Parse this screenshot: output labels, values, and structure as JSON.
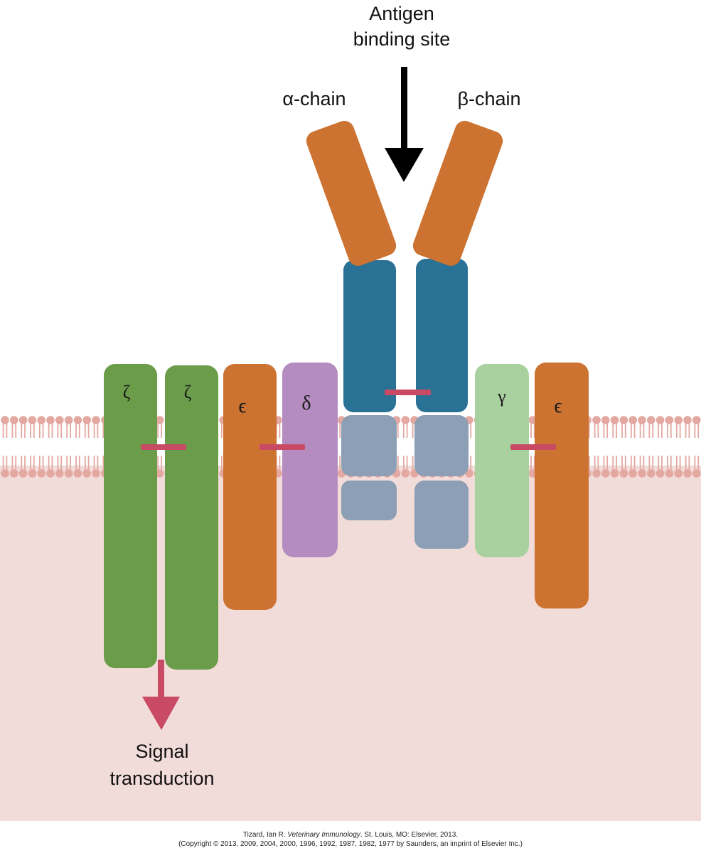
{
  "labels": {
    "antigen_line1": "Antigen",
    "antigen_line2": "binding site",
    "alpha_chain": "α-chain",
    "beta_chain": "β-chain",
    "signal_line1": "Signal",
    "signal_line2": "transduction"
  },
  "chain_symbols": {
    "zeta_left": "ζ",
    "zeta_right": "ζ",
    "epsilon_left": "ϵ",
    "delta": "δ",
    "gamma": "γ",
    "epsilon_right": "ϵ"
  },
  "credit": {
    "line1_pre": "Tizard, Ian R. ",
    "line1_italic": "Veterinary Immunology",
    "line1_post": ". St. Louis, MO: Elsevier, 2013.",
    "line2": "(Copyright © 2013, 2009, 2004, 2000, 1996, 1992, 1987, 1982, 1977 by Saunders, an imprint of Elsevier Inc.)"
  },
  "colors": {
    "cytoplasm": "#f2dcd9",
    "membrane_lipid": "#e3a8a1",
    "zeta_chain": "#6a9c4a",
    "epsilon_chain": "#cc7332",
    "delta_chain": "#b58cc0",
    "gamma_chain": "#a9d19f",
    "tcr_variable": "#cc7332",
    "tcr_constant": "#2a7196",
    "tcr_transmembrane": "#8c9fb5",
    "bond": "#c94a64",
    "signal_arrow": "#c94a64",
    "antigen_arrow": "#000000"
  }
}
